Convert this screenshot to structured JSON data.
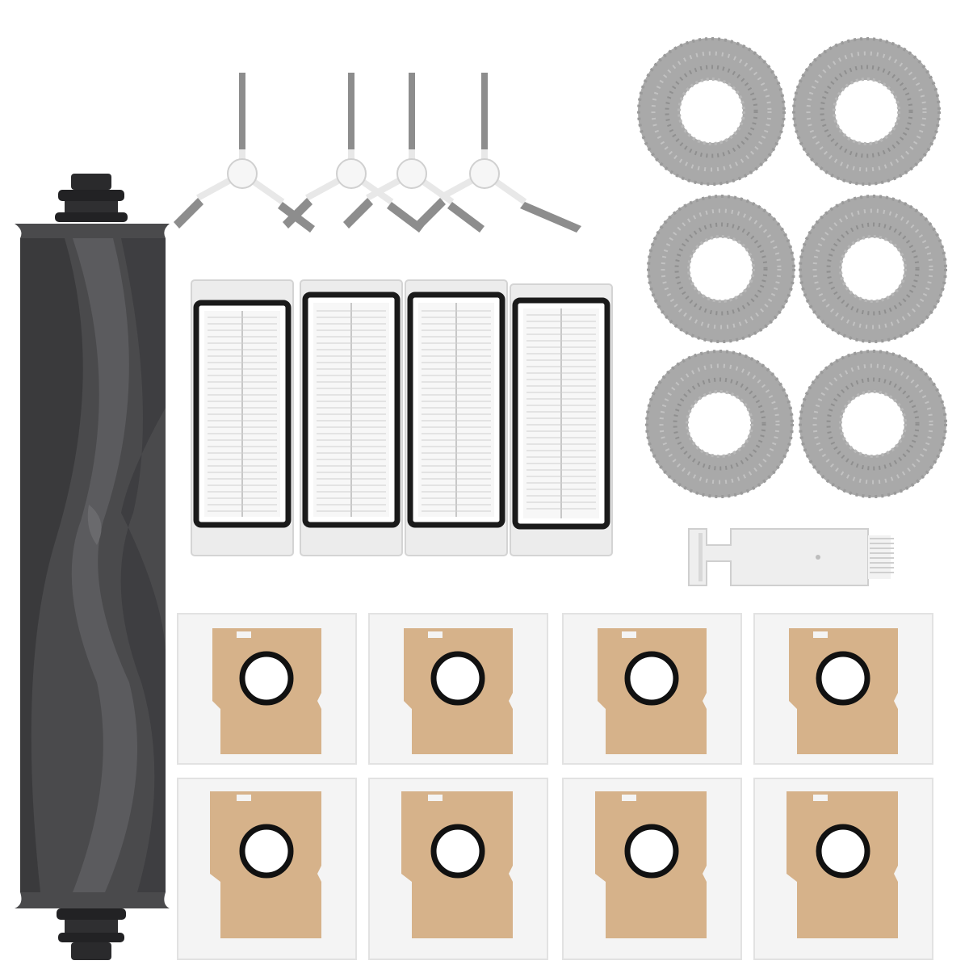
{
  "kit": {
    "main_brush_count": 1,
    "side_brush_count": 4,
    "filter_count": 4,
    "mop_pad_count": 6,
    "cleaning_tool_count": 1,
    "dust_bag_count": 8
  },
  "colors": {
    "brush_rubber": "#4a4a4c",
    "brush_rubber_dark": "#2f2f31",
    "brush_rubber_light": "#5e5e61",
    "bristle_gray": "#8d8d8d",
    "mop_gray": "#a9a9a9",
    "filter_frame": "#e6e6e6",
    "filter_seal": "#1a1a1a",
    "bag_paper": "#f4f4f4",
    "bag_cardboard": "#d6b28a",
    "bag_ring": "#111111"
  },
  "icons": [
    "main-roller-brush-icon",
    "side-brush-icon",
    "hepa-filter-icon",
    "mop-pad-icon",
    "cleaning-tool-icon",
    "dust-bag-icon"
  ]
}
